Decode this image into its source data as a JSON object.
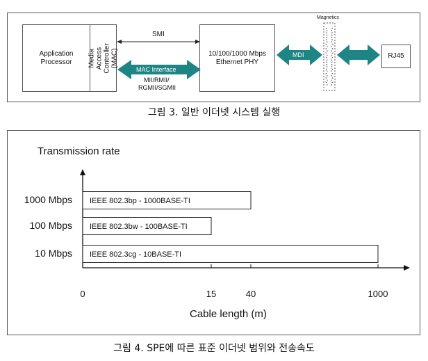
{
  "fig3": {
    "app_processor": "Application Processor",
    "mac_label": "Media Access Controller (MAC)",
    "smi": "SMI",
    "mac_interface": "MAC Interface",
    "mii_line1": "MII/RMII/",
    "mii_line2": "RGMII/SGMII",
    "phy_line1": "10/100/1000 Mbps",
    "phy_line2": "Ethernet PHY",
    "mdi": "MDI",
    "magnetics": "Magnetics",
    "rj45": "RJ45",
    "caption": "그림 3. 일반 이더넷 시스템 실행",
    "colors": {
      "arrow_teal": "#1e8585",
      "border": "#555555"
    }
  },
  "fig4": {
    "ylabel": "Transmission rate",
    "xlabel": "Cable length (m)",
    "caption": "그림 4. SPE에 따른 표준 이더넷 범위와 전송속도",
    "chart_data": {
      "type": "bar",
      "orientation": "horizontal",
      "categories": [
        "1000 Mbps",
        "100 Mbps",
        "10 Mbps"
      ],
      "bar_labels": [
        "IEEE 802.3bp - 1000BASE-TI",
        "IEEE 802.3bw - 100BASE-TI",
        "IEEE 802.3cg - 10BASE-TI"
      ],
      "values": [
        40,
        15,
        1000
      ],
      "x_ticks": [
        "0",
        "15",
        "40",
        "1000"
      ],
      "x_tick_values": [
        0,
        15,
        40,
        1000
      ],
      "xlabel": "Cable length (m)",
      "ylabel": "Transmission rate"
    }
  }
}
